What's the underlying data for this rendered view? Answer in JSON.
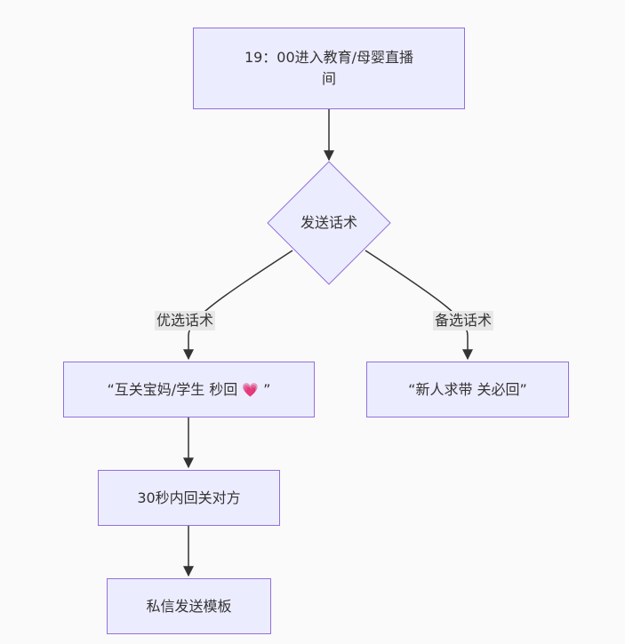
{
  "diagram": {
    "nodes": {
      "start": {
        "line1": "19：00进入教育/母婴直播",
        "line2": "间"
      },
      "decision": {
        "label": "发送话术"
      },
      "preferred": {
        "text": "“互关宝妈/学生 秒回",
        "emoji": "💗",
        "close": "”"
      },
      "backup": {
        "text": "“新人求带 关必回”"
      },
      "step_follow": {
        "text": "30秒内回关对方"
      },
      "step_dm": {
        "text": "私信发送模板"
      }
    },
    "edges": {
      "preferred_label": "优选话术",
      "backup_label": "备选话术"
    },
    "colors": {
      "node_fill": "#ececff",
      "node_stroke": "#9370db",
      "edge": "#333333",
      "edge_label_bg": "#e8e8e8",
      "background": "#fafafa"
    }
  }
}
